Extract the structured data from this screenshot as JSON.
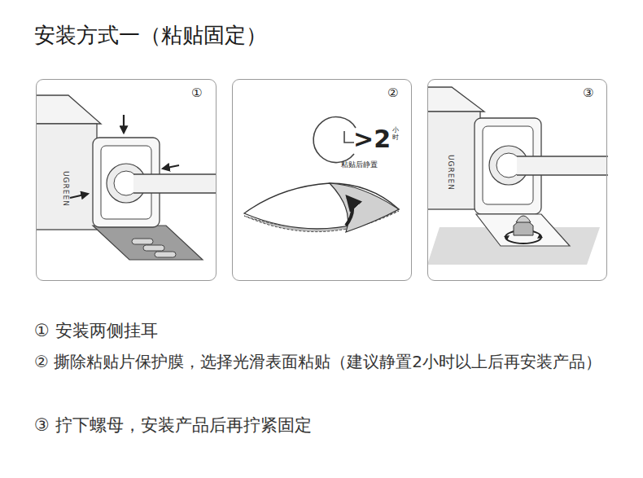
{
  "diagram": {
    "title": "安装方式一（粘贴固定）",
    "nodes": [
      {
        "text": [
          "①",
          "UGREEN"
        ]
      },
      {
        "text": [
          "②",
          ">2",
          "小时",
          "粘贴后静置"
        ]
      },
      {
        "text": [
          "③",
          "UGREEN"
        ]
      }
    ],
    "labels": [
      "① 安装两侧挂耳",
      "② 撕除粘贴片保护膜，选择光滑表面粘贴（建议静置2小时以上后再安装产品）",
      "③ 拧下螺母，安装产品后再拧紧固定"
    ]
  }
}
